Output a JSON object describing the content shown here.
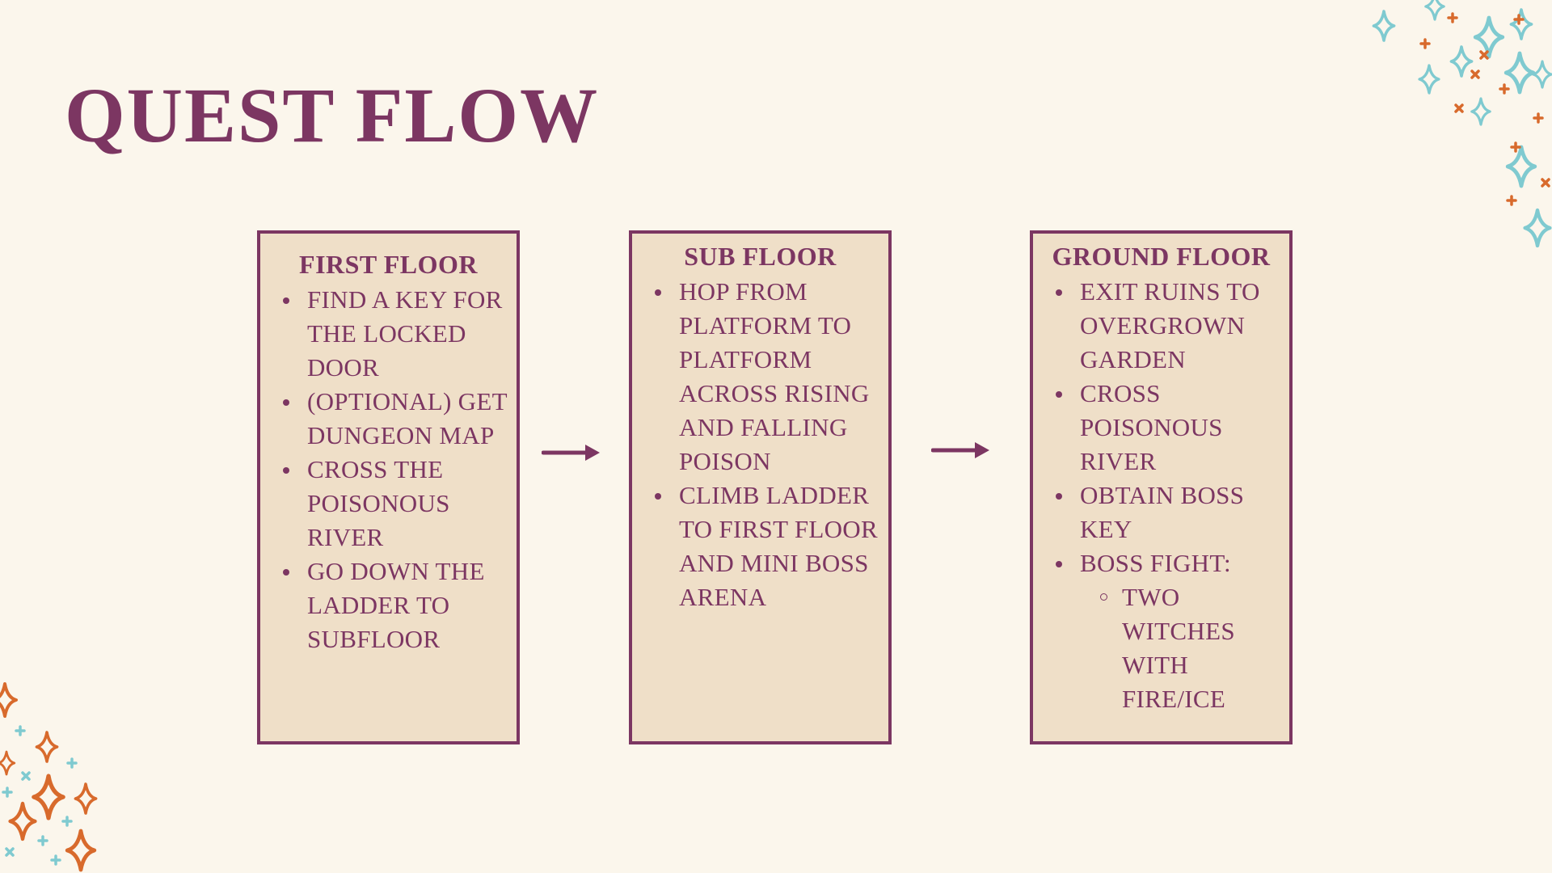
{
  "title": "QUEST FLOW",
  "colors": {
    "background": "#fbf6ec",
    "box_fill": "#efdfc8",
    "accent": "#7c3662",
    "star_teal": "#7fcad0",
    "star_orange": "#d86a2c"
  },
  "icons": [
    "arrow-right-icon",
    "sparkle-star-icon",
    "cross-star-icon"
  ],
  "floors": [
    {
      "heading": "FIRST FLOOR",
      "items": [
        "FIND A KEY FOR THE LOCKED DOOR",
        "(OPTIONAL) GET DUNGEON MAP",
        "CROSS THE POISONOUS RIVER",
        "GO DOWN THE LADDER TO SUBFLOOR"
      ]
    },
    {
      "heading": "SUB FLOOR",
      "items": [
        "HOP FROM PLATFORM TO PLATFORM ACROSS RISING AND FALLING POISON",
        "CLIMB LADDER TO FIRST FLOOR AND MINI BOSS ARENA"
      ]
    },
    {
      "heading": "GROUND FLOOR",
      "items": [
        "EXIT RUINS TO OVERGROWN GARDEN",
        "CROSS POISONOUS RIVER",
        "OBTAIN BOSS KEY",
        "BOSS FIGHT:"
      ],
      "subitems": [
        "TWO WITCHES WITH FIRE/ICE"
      ]
    }
  ]
}
